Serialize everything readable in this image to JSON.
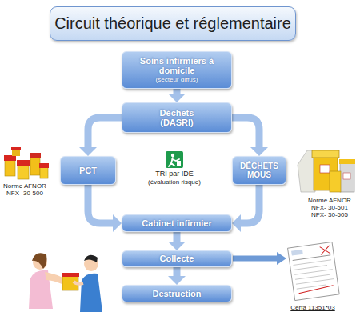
{
  "diagram": {
    "title": "Circuit théorique et réglementaire",
    "nodes": [
      {
        "text": [
          "Soins infirmiers à domicile",
          "(secteur diffus)"
        ]
      },
      {
        "text": [
          "Déchets (DASRI)"
        ]
      },
      {
        "text": [
          "PCT"
        ]
      },
      {
        "text": [
          "DÉCHETS MOUS"
        ]
      },
      {
        "text": [
          "Cabinet infirmier"
        ]
      },
      {
        "text": [
          "Collecte"
        ]
      },
      {
        "text": [
          "Destruction"
        ]
      }
    ],
    "edges": [
      {
        "from": 0,
        "to": 1,
        "arrow": "to"
      },
      {
        "from": 1,
        "to": 2,
        "arrow": "to"
      },
      {
        "from": 1,
        "to": 3,
        "arrow": "to"
      },
      {
        "from": 2,
        "to": 4,
        "arrow": "to"
      },
      {
        "from": 3,
        "to": 4,
        "arrow": "to"
      },
      {
        "from": 4,
        "to": 5,
        "arrow": "to"
      },
      {
        "from": 5,
        "to": 6,
        "arrow": "to"
      }
    ],
    "labels": [
      "Norme AFNOR NFX- 30-500",
      "TRI par IDE",
      "(évaluation risque)",
      "Norme AFNOR NFX- 30-501 NFX- 30-505",
      "Cerfa 11351*03"
    ]
  }
}
